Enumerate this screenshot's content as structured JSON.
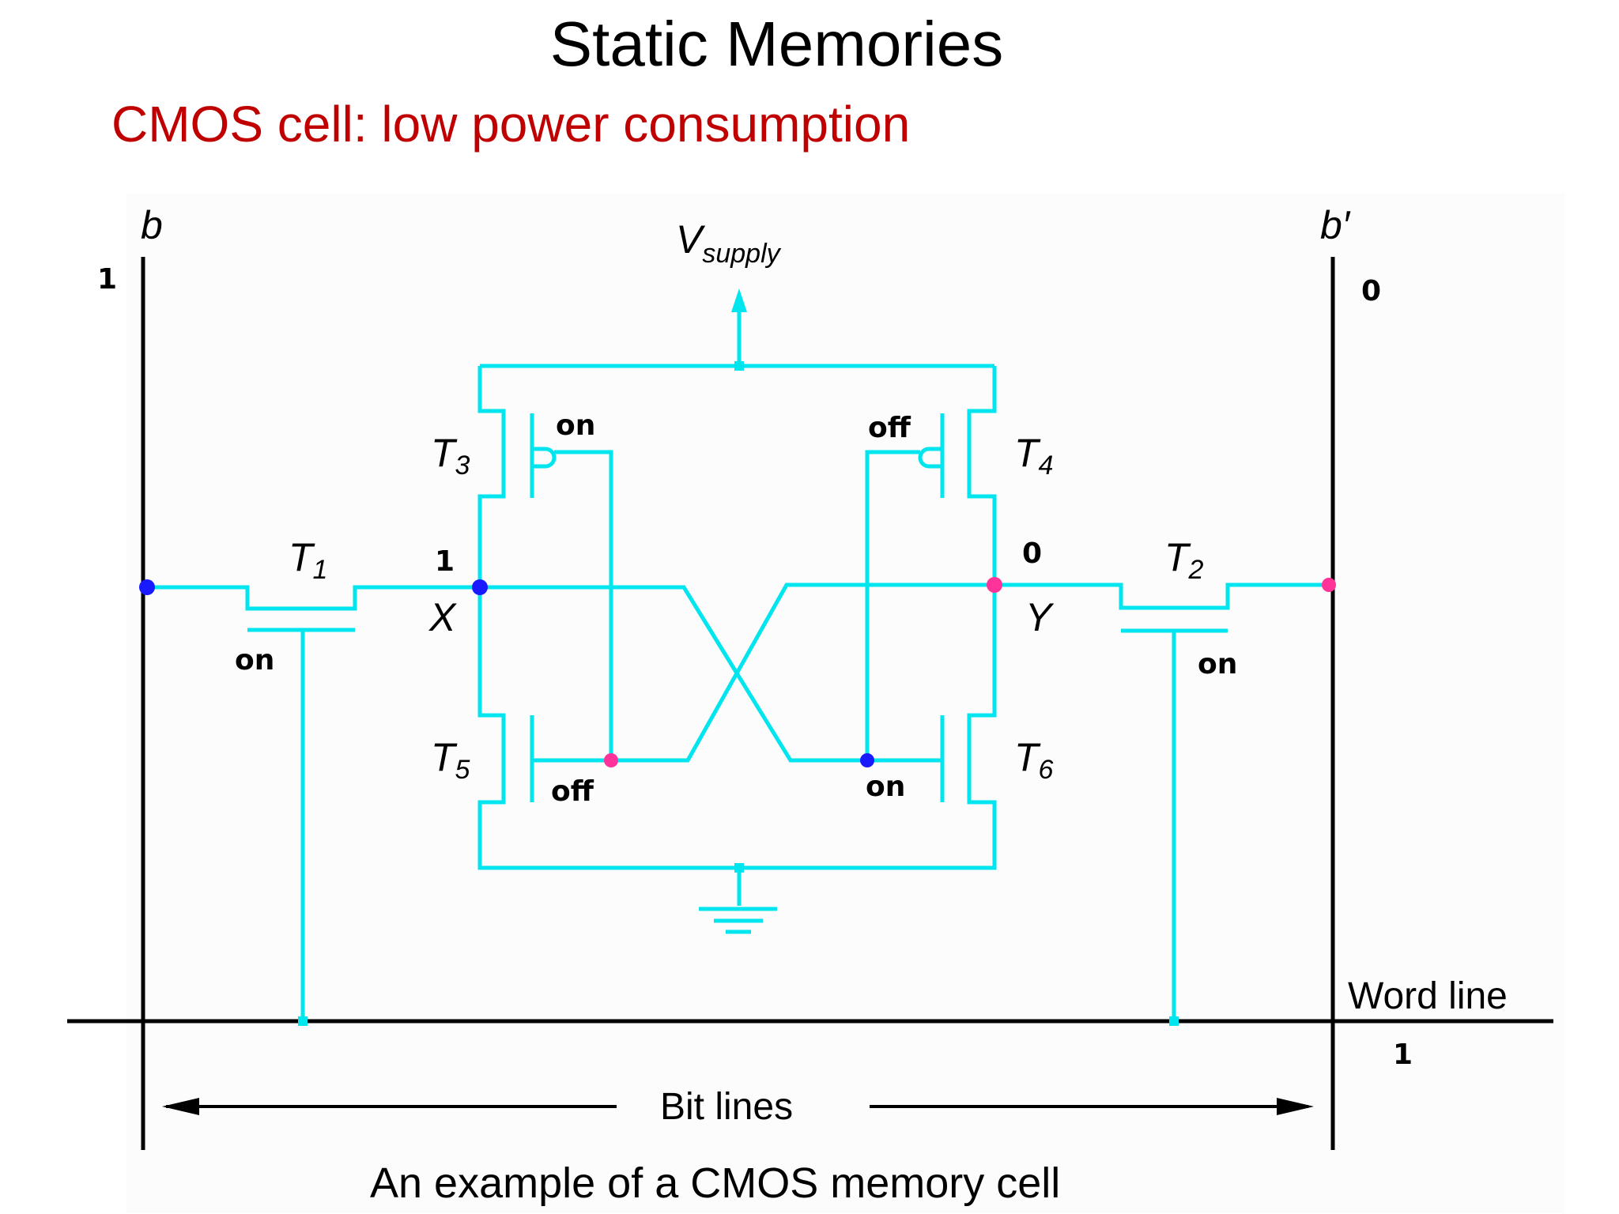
{
  "slide": {
    "title": "Static Memories",
    "subtitle": "CMOS cell: low power consumption"
  },
  "diagram": {
    "bitline_left": {
      "name": "b",
      "value": "1"
    },
    "bitline_right": {
      "name": "b′",
      "value": "0"
    },
    "supply": {
      "main": "V",
      "subscript": "supply"
    },
    "transistors": {
      "t1": {
        "main": "T",
        "sub": "1",
        "state": "on"
      },
      "t2": {
        "main": "T",
        "sub": "2",
        "state": "on"
      },
      "t3": {
        "main": "T",
        "sub": "3",
        "state": "on"
      },
      "t4": {
        "main": "T",
        "sub": "4",
        "state": "off"
      },
      "t5": {
        "main": "T",
        "sub": "5",
        "state": "off"
      },
      "t6": {
        "main": "T",
        "sub": "6",
        "state": "on"
      }
    },
    "node_x": {
      "name": "X",
      "value": "1"
    },
    "node_y": {
      "name": "Y",
      "value": "0"
    },
    "word_line": {
      "label": "Word line",
      "value": "1"
    },
    "bit_lines_label": "Bit lines",
    "caption": "An example of a CMOS memory cell",
    "colors": {
      "wire": "#00e5ee",
      "line": "#000000",
      "dot_high": "#1a1aff",
      "dot_low": "#ff3399",
      "subtitle": "#c00000"
    }
  }
}
